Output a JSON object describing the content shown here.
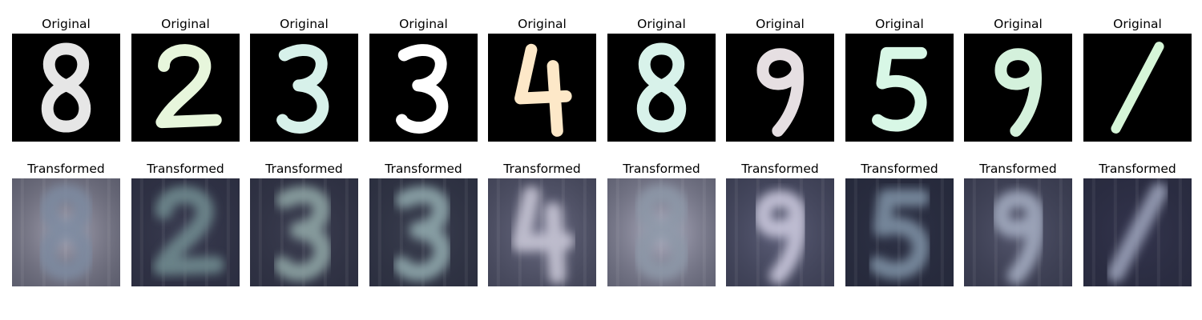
{
  "rows": [
    {
      "row": "original",
      "tiles": [
        {
          "title": "Original",
          "digit": "8",
          "fg": "#e6e6e6",
          "bg": "#000000"
        },
        {
          "title": "Original",
          "digit": "2",
          "fg": "#e7f6dc",
          "bg": "#000000"
        },
        {
          "title": "Original",
          "digit": "3",
          "fg": "#d7f1ea",
          "bg": "#000000"
        },
        {
          "title": "Original",
          "digit": "3",
          "fg": "#ffffff",
          "bg": "#000000"
        },
        {
          "title": "Original",
          "digit": "4",
          "fg": "#fde8c8",
          "bg": "#000000"
        },
        {
          "title": "Original",
          "digit": "8",
          "fg": "#d8f2ea",
          "bg": "#000000"
        },
        {
          "title": "Original",
          "digit": "9",
          "fg": "#e6dfe2",
          "bg": "#000000"
        },
        {
          "title": "Original",
          "digit": "5",
          "fg": "#d8f7e6",
          "bg": "#000000"
        },
        {
          "title": "Original",
          "digit": "9",
          "fg": "#d4f1dc",
          "bg": "#000000"
        },
        {
          "title": "Original",
          "digit": "1",
          "fg": "#d6f6d8",
          "bg": "#000000"
        }
      ]
    },
    {
      "row": "transformed",
      "tiles": [
        {
          "title": "Transformed",
          "digit": "8",
          "fg": "#7d8aa0",
          "bg": "#a9a7b6"
        },
        {
          "title": "Transformed",
          "digit": "2",
          "fg": "#6f8a8f",
          "bg": "#3b3d52"
        },
        {
          "title": "Transformed",
          "digit": "3",
          "fg": "#8ea4a4",
          "bg": "#3d3f52"
        },
        {
          "title": "Transformed",
          "digit": "3",
          "fg": "#8fa7ac",
          "bg": "#3b3f50"
        },
        {
          "title": "Transformed",
          "digit": "4",
          "fg": "#c8c6d6",
          "bg": "#6e6f86"
        },
        {
          "title": "Transformed",
          "digit": "8",
          "fg": "#8d98a8",
          "bg": "#b3b2c4"
        },
        {
          "title": "Transformed",
          "digit": "9",
          "fg": "#c9c7dc",
          "bg": "#5e607a"
        },
        {
          "title": "Transformed",
          "digit": "5",
          "fg": "#7d8fa3",
          "bg": "#2e3246"
        },
        {
          "title": "Transformed",
          "digit": "9",
          "fg": "#a3abc0",
          "bg": "#55576e"
        },
        {
          "title": "Transformed",
          "digit": "1",
          "fg": "#9aa0b8",
          "bg": "#34354e"
        }
      ]
    }
  ]
}
